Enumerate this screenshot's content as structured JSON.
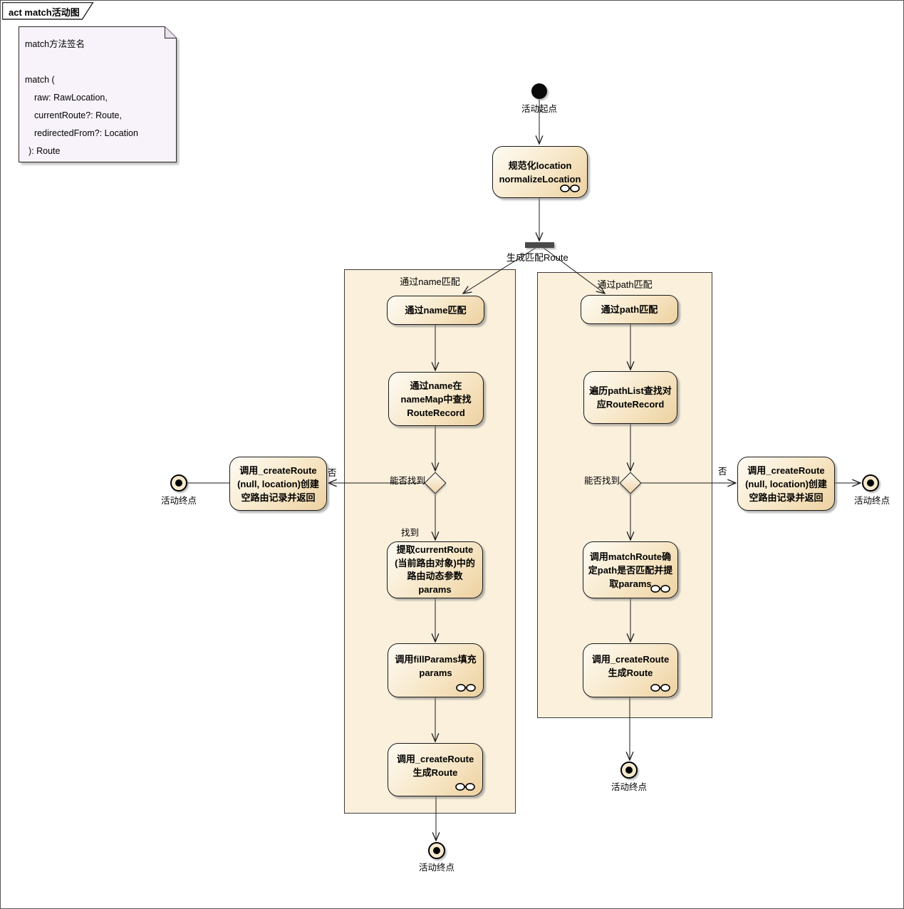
{
  "frame": {
    "title": "act match活动图"
  },
  "note": {
    "lines": [
      "match方法签名",
      "",
      "match (",
      "raw: RawLocation,",
      "currentRoute?: Route,",
      "redirectedFrom?: Location",
      "): Route"
    ]
  },
  "start": {
    "label": "活动起点"
  },
  "fork": {
    "label": "生成匹配Route"
  },
  "partitions": {
    "by_name": {
      "label": "通过name匹配"
    },
    "by_path": {
      "label": "通过path匹配"
    }
  },
  "activities": {
    "normalize": "规范化location\nnormalizeLocation",
    "by_name": "通过name匹配",
    "lookup_name": "通过name在\nnameMap中查找\nRouteRecord",
    "create_empty_left": "调用_createRoute\n(null, location)创建\n空路由记录并返回",
    "extract_params": "提取currentRoute\n(当前路由对象)中的\n路由动态参数\nparams",
    "fill_params": "调用fillParams填充\nparams",
    "create_route_left": "调用_createRoute\n生成Route",
    "by_path": "通过path匹配",
    "traverse_pathlist": "遍历pathList查找对\n应RouteRecord",
    "create_empty_right": "调用_createRoute\n(null, location)创建\n空路由记录并返回",
    "match_route": "调用matchRoute确\n定path是否匹配并提\n取params",
    "create_route_right": "调用_createRoute\n生成Route"
  },
  "guards": {
    "can_find": "能否找到",
    "no": "否",
    "found": "找到"
  },
  "ends": {
    "label": "活动终点"
  },
  "colors": {
    "activity_fill_top": "#FEFBF4",
    "activity_fill_bottom": "#EDD1A0",
    "partition_fill": "#FAF0DC",
    "note_fill": "#F8F3FA",
    "note_fold": "#EAE0EE",
    "fork_bar": "#4A4A4A",
    "line": "#1A1A1A"
  }
}
